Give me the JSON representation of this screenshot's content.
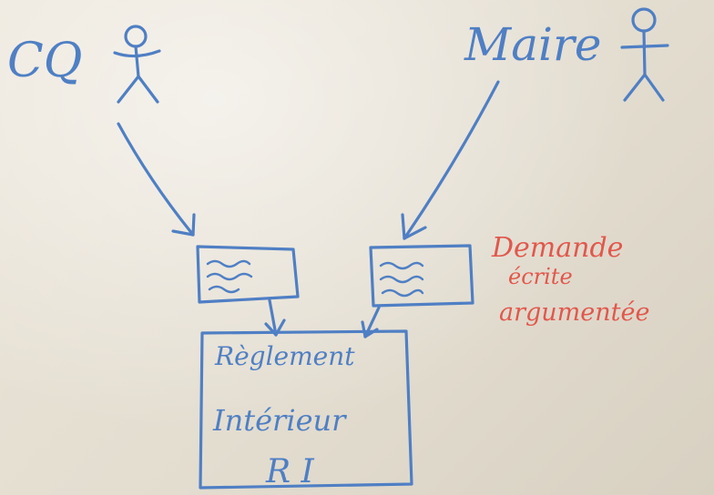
{
  "actors": {
    "left": "CQ",
    "right": "Maire"
  },
  "ri_box": {
    "line1": "Règlement",
    "line2": "Intérieur",
    "line3": "R I"
  },
  "annotation": {
    "line1": "Demande",
    "line2": "écrite",
    "line3": "argumentée",
    "color": "#e2574c"
  },
  "ink_color": "#4f7fc4"
}
